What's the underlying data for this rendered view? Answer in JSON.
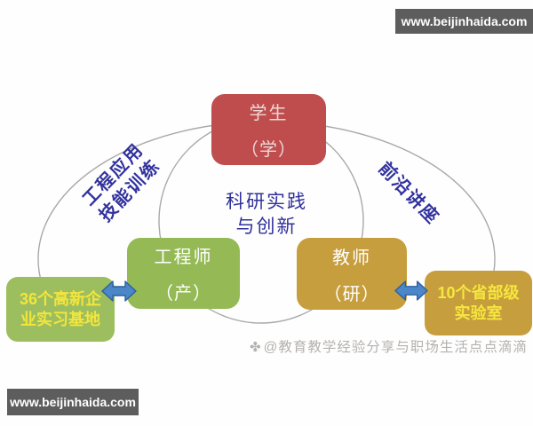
{
  "watermarks": {
    "top_right": "www.beijinhaida.com",
    "bottom_left": "www.beijinhaida.com"
  },
  "nodes": {
    "student": {
      "title": "学生",
      "subtitle": "（学）",
      "color": "#bf4d4d"
    },
    "engineer": {
      "title": "工程师",
      "subtitle": "（产）",
      "color": "#95ba55"
    },
    "teacher": {
      "title": "教师",
      "subtitle": "（研）",
      "color": "#c79e3e"
    },
    "base": {
      "lines": [
        "36个高新企",
        "业实习基地"
      ],
      "color": "#9dbe5e",
      "text_color": "#f3e53c"
    },
    "lab": {
      "lines": [
        "10个省部级",
        "实验室"
      ],
      "color": "#c79e3e",
      "text_color": "#f5e73d"
    }
  },
  "edge_labels": {
    "left": {
      "lines": [
        "工程应用",
        "技能训练"
      ]
    },
    "right": {
      "lines": [
        "前沿讲座"
      ]
    },
    "center": {
      "lines": [
        "科研实践",
        "与创新"
      ]
    },
    "text_color": "#32329e"
  },
  "connectors": {
    "arrow_color": "#4a86c8",
    "arrow_border": "#2d5f9e",
    "ring_color": "#a9a9a9"
  },
  "credit": {
    "icon": "✤",
    "text": "@教育教学经验分享与职场生活点点滴滴"
  }
}
